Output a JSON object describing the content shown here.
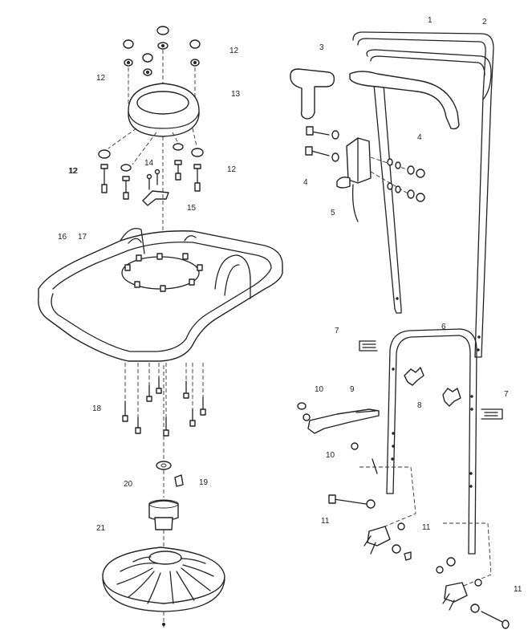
{
  "callouts": [
    "1",
    "2",
    "3",
    "4",
    "4",
    "5",
    "6",
    "7",
    "7",
    "8",
    "9",
    "10",
    "10",
    "11",
    "11",
    "11",
    "12",
    "12",
    "12",
    "12",
    "12",
    "13",
    "14",
    "15",
    "16",
    "17",
    "18",
    "19",
    "20",
    "21"
  ]
}
